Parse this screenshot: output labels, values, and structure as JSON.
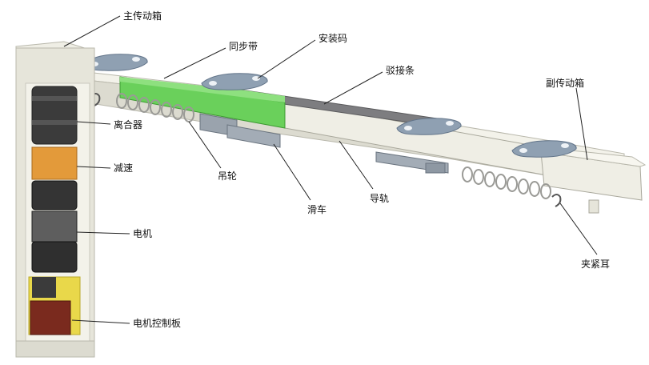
{
  "labels": {
    "main_gearbox": "主传动箱",
    "sync_belt": "同步带",
    "install_code": "安装码",
    "joint_bar": "驳接条",
    "aux_gearbox": "副传动箱",
    "clutch": "离合器",
    "reducer": "减速",
    "motor": "电机",
    "control_board": "电机控制板",
    "hanging_wheel": "吊轮",
    "slider": "滑车",
    "guide_rail": "导轨",
    "clamp_ear": "夹紧耳"
  },
  "colors": {
    "housing": "#ecebe2",
    "housing_edge": "#b9b8ac",
    "rail_top": "#f3f2ea",
    "rail_side": "#d9d8cd",
    "belt": "#6ad05b",
    "joint": "#7d7d80",
    "bracket": "#8fa0b2",
    "reducer": "#e39a3a",
    "motor_dark": "#3b3b3b",
    "board": "#7a2a1e",
    "board_bg": "#e9d84a"
  }
}
